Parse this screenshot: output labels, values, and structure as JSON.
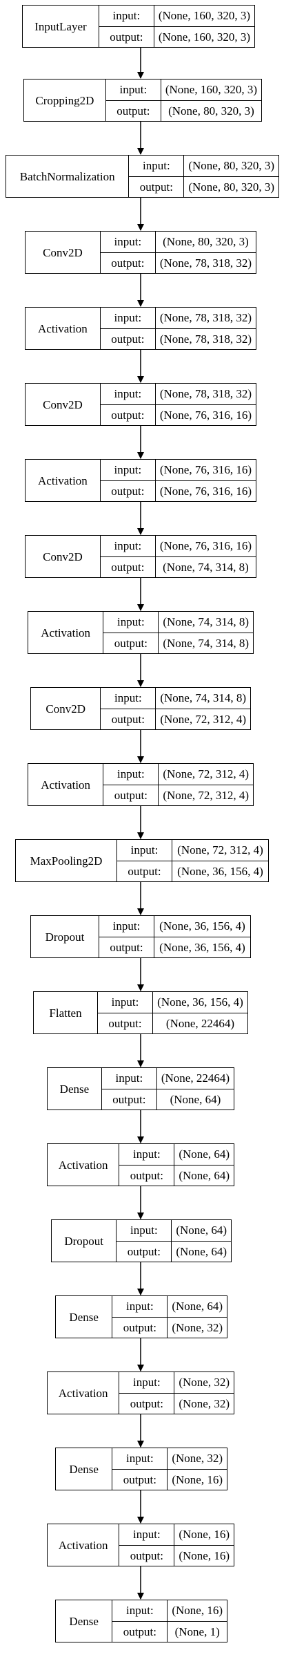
{
  "colors": {
    "stroke": "#000000",
    "background": "#ffffff"
  },
  "io_labels": {
    "input": "input:",
    "output": "output:"
  },
  "layers": [
    {
      "name": "InputLayer",
      "input": "(None, 160, 320, 3)",
      "output": "(None, 160, 320, 3)"
    },
    {
      "name": "Cropping2D",
      "input": "(None, 160, 320, 3)",
      "output": "(None, 80, 320, 3)"
    },
    {
      "name": "BatchNormalization",
      "input": "(None, 80, 320, 3)",
      "output": "(None, 80, 320, 3)"
    },
    {
      "name": "Conv2D",
      "input": "(None, 80, 320, 3)",
      "output": "(None, 78, 318, 32)"
    },
    {
      "name": "Activation",
      "input": "(None, 78, 318, 32)",
      "output": "(None, 78, 318, 32)"
    },
    {
      "name": "Conv2D",
      "input": "(None, 78, 318, 32)",
      "output": "(None, 76, 316, 16)"
    },
    {
      "name": "Activation",
      "input": "(None, 76, 316, 16)",
      "output": "(None, 76, 316, 16)"
    },
    {
      "name": "Conv2D",
      "input": "(None, 76, 316, 16)",
      "output": "(None, 74, 314, 8)"
    },
    {
      "name": "Activation",
      "input": "(None, 74, 314, 8)",
      "output": "(None, 74, 314, 8)"
    },
    {
      "name": "Conv2D",
      "input": "(None, 74, 314, 8)",
      "output": "(None, 72, 312, 4)"
    },
    {
      "name": "Activation",
      "input": "(None, 72, 312, 4)",
      "output": "(None, 72, 312, 4)"
    },
    {
      "name": "MaxPooling2D",
      "input": "(None, 72, 312, 4)",
      "output": "(None, 36, 156, 4)"
    },
    {
      "name": "Dropout",
      "input": "(None, 36, 156, 4)",
      "output": "(None, 36, 156, 4)"
    },
    {
      "name": "Flatten",
      "input": "(None, 36, 156, 4)",
      "output": "(None, 22464)"
    },
    {
      "name": "Dense",
      "input": "(None, 22464)",
      "output": "(None, 64)"
    },
    {
      "name": "Activation",
      "input": "(None, 64)",
      "output": "(None, 64)"
    },
    {
      "name": "Dropout",
      "input": "(None, 64)",
      "output": "(None, 64)"
    },
    {
      "name": "Dense",
      "input": "(None, 64)",
      "output": "(None, 32)"
    },
    {
      "name": "Activation",
      "input": "(None, 32)",
      "output": "(None, 32)"
    },
    {
      "name": "Dense",
      "input": "(None, 32)",
      "output": "(None, 16)"
    },
    {
      "name": "Activation",
      "input": "(None, 16)",
      "output": "(None, 16)"
    },
    {
      "name": "Dense",
      "input": "(None, 16)",
      "output": "(None, 1)"
    }
  ]
}
